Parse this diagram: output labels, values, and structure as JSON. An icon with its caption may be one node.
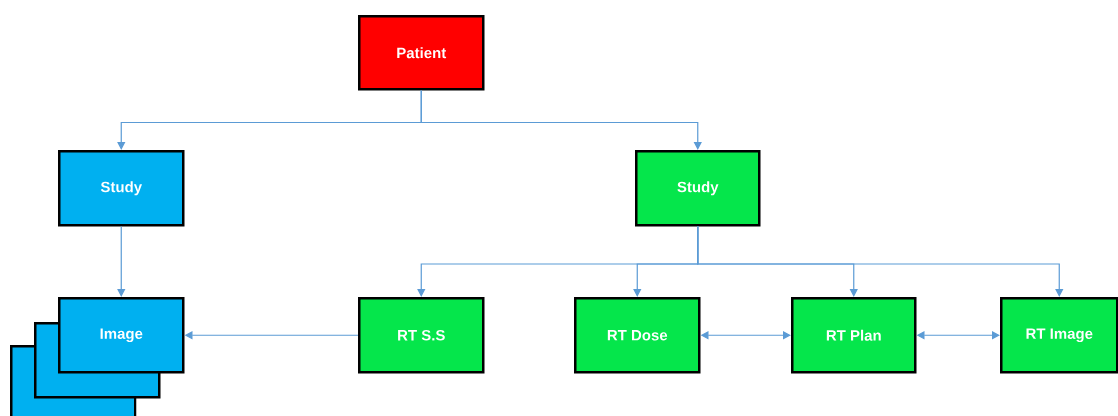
{
  "diagram": {
    "nodes": [
      {
        "text": [
          "Patient"
        ]
      },
      {
        "text": [
          "Study"
        ]
      },
      {
        "text": [
          "Study"
        ]
      },
      {
        "text": [
          "Image"
        ]
      },
      {
        "text": [
          "RT S.S"
        ]
      },
      {
        "text": [
          "RT Dose"
        ]
      },
      {
        "text": [
          "RT Plan"
        ]
      },
      {
        "text": [
          "RT Image"
        ]
      },
      {
        "text": [],
        "shape": "box"
      },
      {
        "text": [],
        "shape": "box"
      }
    ],
    "edges": [
      {
        "from": 0,
        "to": 1,
        "arrow": "to"
      },
      {
        "from": 0,
        "to": 2,
        "arrow": "to"
      },
      {
        "from": 1,
        "to": 3,
        "arrow": "to"
      },
      {
        "from": 2,
        "to": 4,
        "arrow": "to"
      },
      {
        "from": 2,
        "to": 5,
        "arrow": "to"
      },
      {
        "from": 2,
        "to": 6,
        "arrow": "to"
      },
      {
        "from": 2,
        "to": 7,
        "arrow": "to"
      },
      {
        "from": 4,
        "to": 3,
        "arrow": "to"
      },
      {
        "from": 5,
        "to": 6,
        "arrow": "both"
      },
      {
        "from": 6,
        "to": 7,
        "arrow": "both"
      }
    ]
  }
}
